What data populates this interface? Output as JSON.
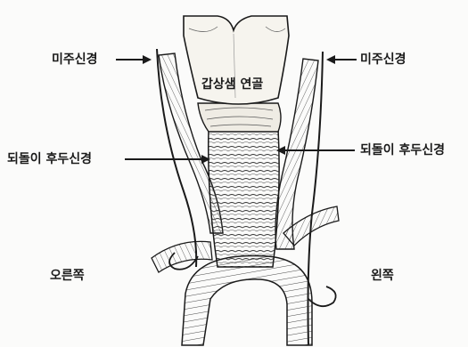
{
  "labels": {
    "vagus_left_side": "미주신경",
    "vagus_right_side": "미주신경",
    "thyroid_cartilage": "갑상샘 연골",
    "recurrent_left_side": "되돌이 후두신경",
    "recurrent_right_side": "되돌이 후두신경",
    "right": "오른쪽",
    "left": "왼쪽"
  },
  "colors": {
    "ink": "#1a1a1a",
    "paper": "#fbfbfa",
    "cartilage": "#f6f4ee"
  }
}
